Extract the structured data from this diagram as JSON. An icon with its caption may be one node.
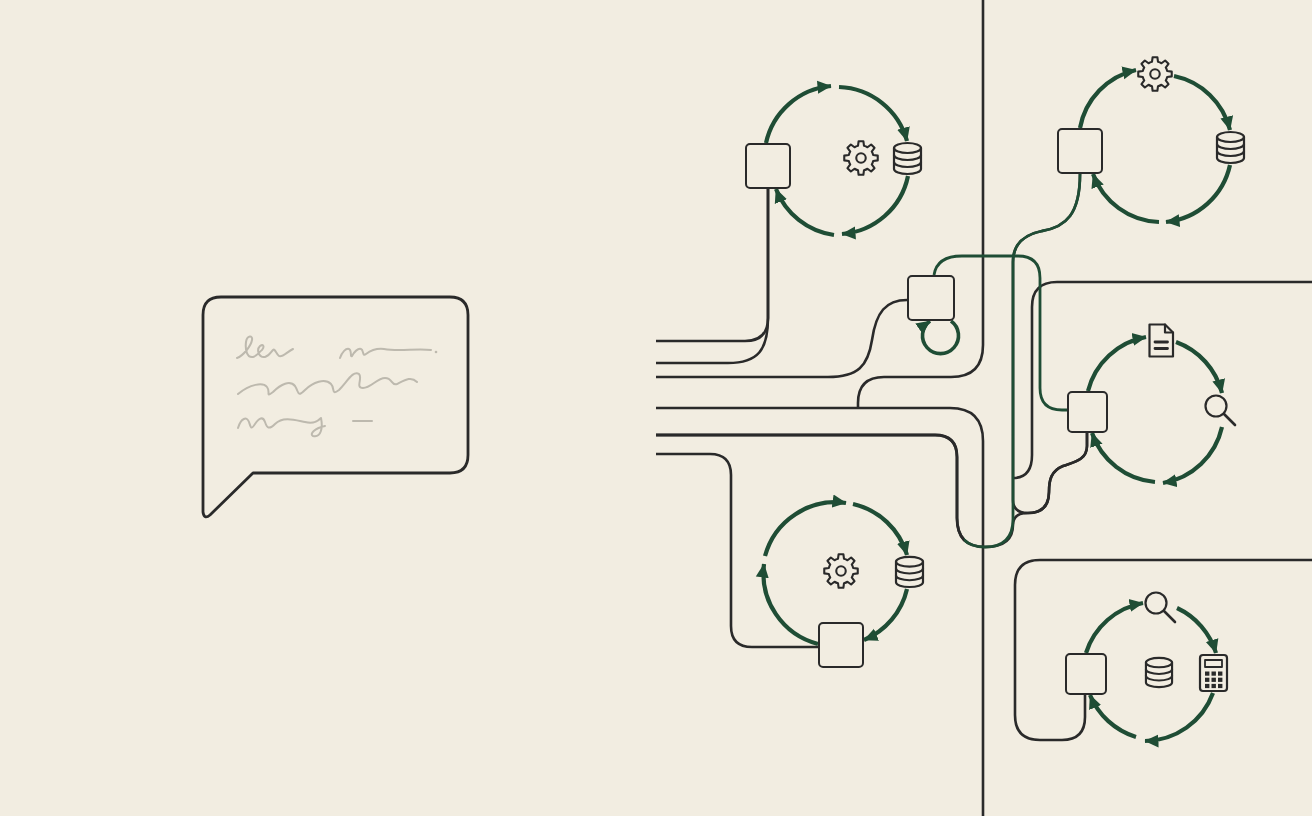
{
  "diagram": {
    "nodes": [
      {
        "text": [],
        "shape": "bubble"
      },
      {
        "text": [],
        "shape": "box"
      },
      {
        "text": [],
        "shape": "gear"
      },
      {
        "text": [],
        "shape": "cylinder"
      },
      {
        "text": [],
        "shape": "box"
      },
      {
        "text": [],
        "shape": "box"
      },
      {
        "text": [],
        "shape": "gear"
      },
      {
        "text": [],
        "shape": "cylinder"
      },
      {
        "text": [],
        "shape": "box"
      },
      {
        "text": [],
        "shape": "document"
      },
      {
        "text": [],
        "shape": "magnifier"
      },
      {
        "text": [],
        "shape": "box"
      },
      {
        "text": [],
        "shape": "gear"
      },
      {
        "text": [],
        "shape": "cylinder"
      },
      {
        "text": [],
        "shape": "box"
      },
      {
        "text": [],
        "shape": "magnifier"
      },
      {
        "text": [],
        "shape": "cylinder"
      },
      {
        "text": [],
        "shape": "calculator"
      }
    ],
    "edges": [
      {
        "from": 1,
        "to": null,
        "arrow": "to"
      },
      {
        "from": null,
        "to": 3,
        "arrow": "to"
      },
      {
        "from": 3,
        "to": null,
        "arrow": "to"
      },
      {
        "from": null,
        "to": 1,
        "arrow": "to"
      },
      {
        "from": 5,
        "to": 6,
        "arrow": "to"
      },
      {
        "from": 6,
        "to": 7,
        "arrow": "to"
      },
      {
        "from": 7,
        "to": null,
        "arrow": "to"
      },
      {
        "from": null,
        "to": 5,
        "arrow": "to"
      },
      {
        "from": 8,
        "to": 9,
        "arrow": "to"
      },
      {
        "from": 9,
        "to": 10,
        "arrow": "to"
      },
      {
        "from": 10,
        "to": null,
        "arrow": "to"
      },
      {
        "from": null,
        "to": 8,
        "arrow": "to"
      },
      {
        "from": 11,
        "to": null,
        "arrow": "to"
      },
      {
        "from": null,
        "to": 13,
        "arrow": "to"
      },
      {
        "from": 13,
        "to": 11,
        "arrow": "to"
      },
      {
        "from": 14,
        "to": 15,
        "arrow": "to"
      },
      {
        "from": 15,
        "to": 17,
        "arrow": "to"
      },
      {
        "from": 17,
        "to": null,
        "arrow": "to"
      },
      {
        "from": null,
        "to": 14,
        "arrow": "to"
      },
      {
        "from": 4,
        "to": 4,
        "arrow": "to"
      },
      {
        "from": null,
        "to": 1,
        "arrow": "none",
        "color": "#2a2a2a"
      },
      {
        "from": null,
        "to": 1,
        "arrow": "none",
        "color": "#2a2a2a"
      },
      {
        "from": null,
        "to": 4,
        "arrow": "none",
        "color": "#2a2a2a"
      },
      {
        "from": null,
        "to": 5,
        "arrow": "none"
      },
      {
        "from": null,
        "to": 11,
        "arrow": "none",
        "color": "#2a2a2a"
      },
      {
        "from": 4,
        "to": 8,
        "arrow": "none"
      },
      {
        "from": 8,
        "to": 5,
        "arrow": "none",
        "color": "#2a2a2a"
      },
      {
        "from": 8,
        "to": null,
        "arrow": "none",
        "color": "#2a2a2a"
      },
      {
        "from": null,
        "to": 14,
        "arrow": "none",
        "color": "#2a2a2a"
      }
    ]
  }
}
